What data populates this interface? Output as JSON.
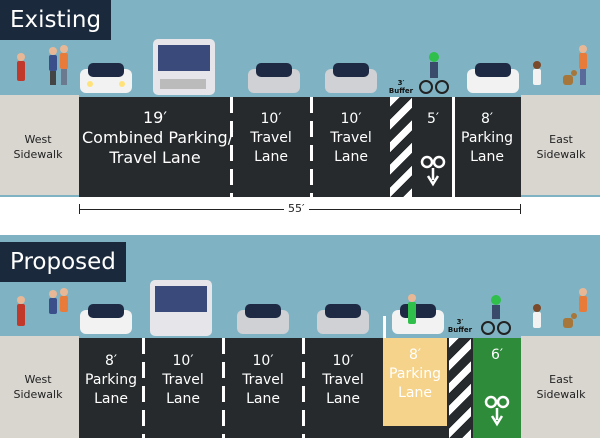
{
  "existing": {
    "title": "Existing",
    "west_sidewalk": "West\nSidewalk",
    "east_sidewalk": "East\nSidewalk",
    "lanes": [
      {
        "width": "19′",
        "name": "Combined Parking/\nTravel Lane"
      },
      {
        "width": "10′",
        "name": "Travel Lane"
      },
      {
        "width": "10′",
        "name": "Travel Lane"
      },
      {
        "width": "3′",
        "name": "Buffer"
      },
      {
        "width": "5′",
        "name": ""
      },
      {
        "width": "8′",
        "name": "Parking\nLane"
      }
    ],
    "total_width": "55′"
  },
  "proposed": {
    "title": "Proposed",
    "west_sidewalk": "West\nSidewalk",
    "east_sidewalk": "East\nSidewalk",
    "lanes": [
      {
        "width": "8′",
        "name": "Parking\nLane"
      },
      {
        "width": "10′",
        "name": "Travel Lane"
      },
      {
        "width": "10′",
        "name": "Travel Lane"
      },
      {
        "width": "10′",
        "name": "Travel Lane"
      },
      {
        "width": "8′",
        "name": "Parking\nLane"
      },
      {
        "width": "3′",
        "name": "Buffer"
      },
      {
        "width": "6′",
        "name": ""
      }
    ]
  },
  "colors": {
    "sky": "#7fb3c4",
    "asphalt": "#262a2c",
    "sidewalk": "#d9d6d0",
    "parking_highlight": "#f6d38a",
    "bike_lane_green": "#2e8b3a",
    "header": "#1a2a3c"
  },
  "icons": [
    "bicycle-symbol",
    "pedestrian",
    "car",
    "bus",
    "cyclist",
    "dog"
  ]
}
